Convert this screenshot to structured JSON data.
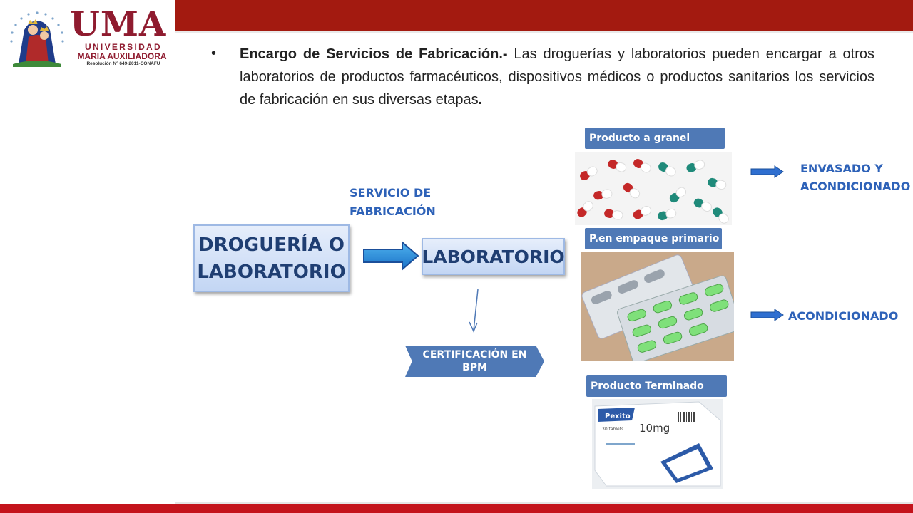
{
  "header": {
    "logo": {
      "title": "UMA",
      "line1": "UNIVERSIDAD",
      "line2": "MARIA AUXILIADORA",
      "line3": "Resolución N° 649-2011-CONAFU"
    },
    "colors": {
      "top_bar": "#a31a10",
      "bottom_bar": "#c4141c",
      "brand": "#8f1b2f"
    }
  },
  "content": {
    "bullet": "•",
    "bold_lead": "Encargo de Servicios de Fabricación.-",
    "body": " Las droguerías y laboratorios pueden encargar a otros laboratorios de productos farmacéuticos, dispositivos médicos o productos sanitarios los servicios de fabricación en sus diversas etapas",
    "final_period": "."
  },
  "diagram": {
    "colors": {
      "box_text": "#1f3e72",
      "label": "#2e62b8",
      "header_fill": "#4f79b6"
    },
    "source_box": "DROGUERÍA O LABORATORIO",
    "service_label": "SERVICIO DE FABRICACIÓN",
    "target_box": "LABORATORIO",
    "certification": "CERTIFICACIÓN EN BPM",
    "stages": [
      {
        "header": "Producto a granel",
        "output": "ENVASADO Y ACONDICIONADO",
        "image": "capsules-photo"
      },
      {
        "header": "P.en empaque primario",
        "output": "ACONDICIONADO",
        "image": "blister-pack-photo"
      },
      {
        "header": "Producto Terminado",
        "output": "",
        "image": "medicine-box-photo"
      }
    ],
    "package": {
      "brand": "Pexito",
      "dose": "10mg",
      "count": "30 tablets"
    }
  }
}
